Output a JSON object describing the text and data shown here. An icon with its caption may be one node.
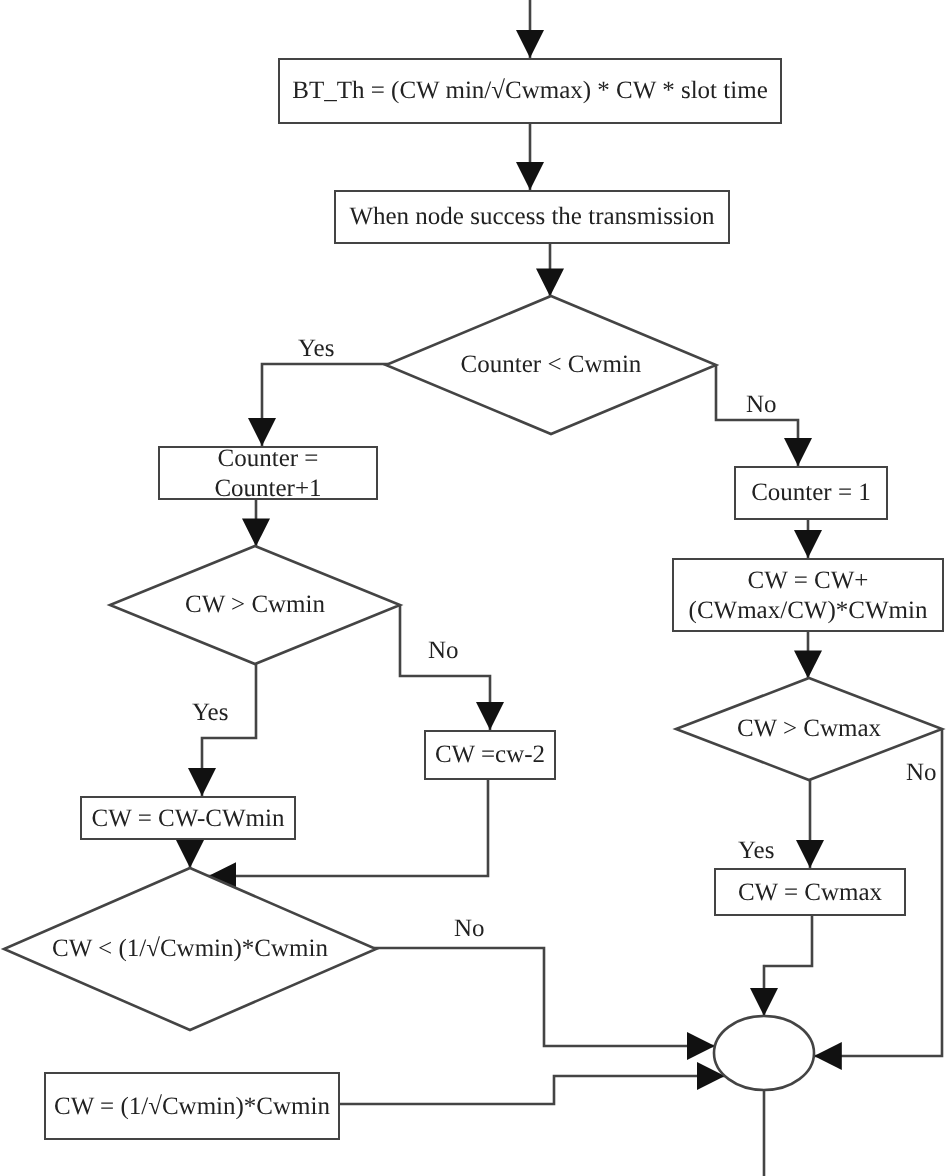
{
  "diagram": {
    "nodes": [
      {
        "text": [
          "BT_Th = (CW min/√Cwmax) * CW * slot time"
        ]
      },
      {
        "text": [
          "When node success the transmission"
        ]
      },
      {
        "text": [
          "Counter < Cwmin"
        ]
      },
      {
        "text": [
          "Counter = Counter+1"
        ]
      },
      {
        "text": [
          "CW > Cwmin"
        ]
      },
      {
        "text": [
          "CW =cw-2"
        ]
      },
      {
        "text": [
          "Counter = 1"
        ]
      },
      {
        "text": [
          "CW = CW+ (CWmax/CW)*CWmin"
        ]
      },
      {
        "text": [
          "CW > Cwmax"
        ]
      },
      {
        "text": [
          "CW = Cwmax"
        ]
      },
      {
        "text": [
          "CW = CW-CWmin"
        ]
      },
      {
        "text": [
          "CW < (1/√Cwmin)*Cwmin"
        ]
      },
      {
        "text": [
          "CW = (1/√Cwmin)*Cwmin"
        ]
      },
      {
        "text": [],
        "shape": "circle"
      }
    ],
    "edges": [
      {
        "from": null,
        "to": 0,
        "arrow": "to"
      },
      {
        "from": 0,
        "to": 1,
        "arrow": "to"
      },
      {
        "from": 1,
        "to": 2,
        "arrow": "to"
      },
      {
        "from": 2,
        "to": 3,
        "arrow": "to",
        "label": "Yes"
      },
      {
        "from": 2,
        "to": 6,
        "arrow": "to",
        "label": "No"
      },
      {
        "from": 3,
        "to": 4,
        "arrow": "to"
      },
      {
        "from": 4,
        "to": 10,
        "arrow": "to",
        "label": "Yes"
      },
      {
        "from": 4,
        "to": 5,
        "arrow": "to",
        "label": "No"
      },
      {
        "from": 5,
        "to": 11,
        "arrow": "to"
      },
      {
        "from": 10,
        "to": 11,
        "arrow": "to"
      },
      {
        "from": 6,
        "to": 7,
        "arrow": "to"
      },
      {
        "from": 7,
        "to": 8,
        "arrow": "to"
      },
      {
        "from": 8,
        "to": 9,
        "arrow": "to",
        "label": "Yes"
      },
      {
        "from": 8,
        "to": 13,
        "arrow": "to",
        "label": "No"
      },
      {
        "from": 9,
        "to": 13,
        "arrow": "to"
      },
      {
        "from": 11,
        "to": 13,
        "arrow": "to",
        "label": "No"
      },
      {
        "from": 12,
        "to": 13,
        "arrow": "to"
      },
      {
        "from": 13,
        "to": null,
        "arrow": "none"
      }
    ]
  }
}
